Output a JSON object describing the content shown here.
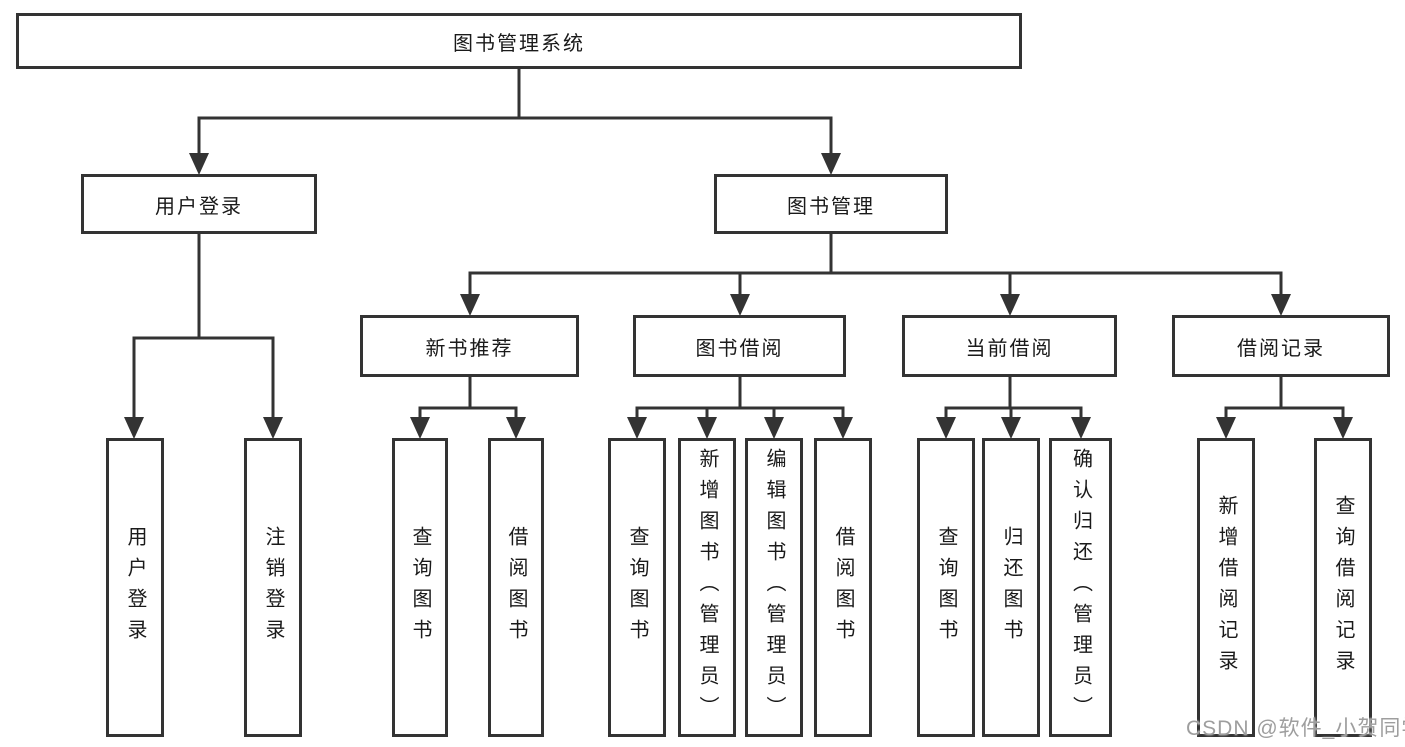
{
  "nodes": {
    "root": "图书管理系统",
    "user_login": "用户登录",
    "book_mgmt": "图书管理",
    "new_book_rec": "新书推荐",
    "book_borrow": "图书借阅",
    "current_borrow": "当前借阅",
    "borrow_records": "借阅记录",
    "leaf_user_login": "用户登录",
    "leaf_logout": "注销登录",
    "leaf_nbr_query": "查询图书",
    "leaf_nbr_borrow": "借阅图书",
    "leaf_bb_query": "查询图书",
    "leaf_bb_add": "新增图书（管理员）",
    "leaf_bb_edit": "编辑图书（管理员）",
    "leaf_bb_borrow": "借阅图书",
    "leaf_cb_query": "查询图书",
    "leaf_cb_return": "归还图书",
    "leaf_cb_confirm": "确认归还（管理员）",
    "leaf_br_add": "新增借阅记录",
    "leaf_br_query": "查询借阅记录"
  },
  "watermark": "CSDN @软件_小贺同学",
  "colors": {
    "line": "#333333",
    "text": "#1a1a1a",
    "watermark": "#9e9e9e",
    "background": "#ffffff"
  }
}
